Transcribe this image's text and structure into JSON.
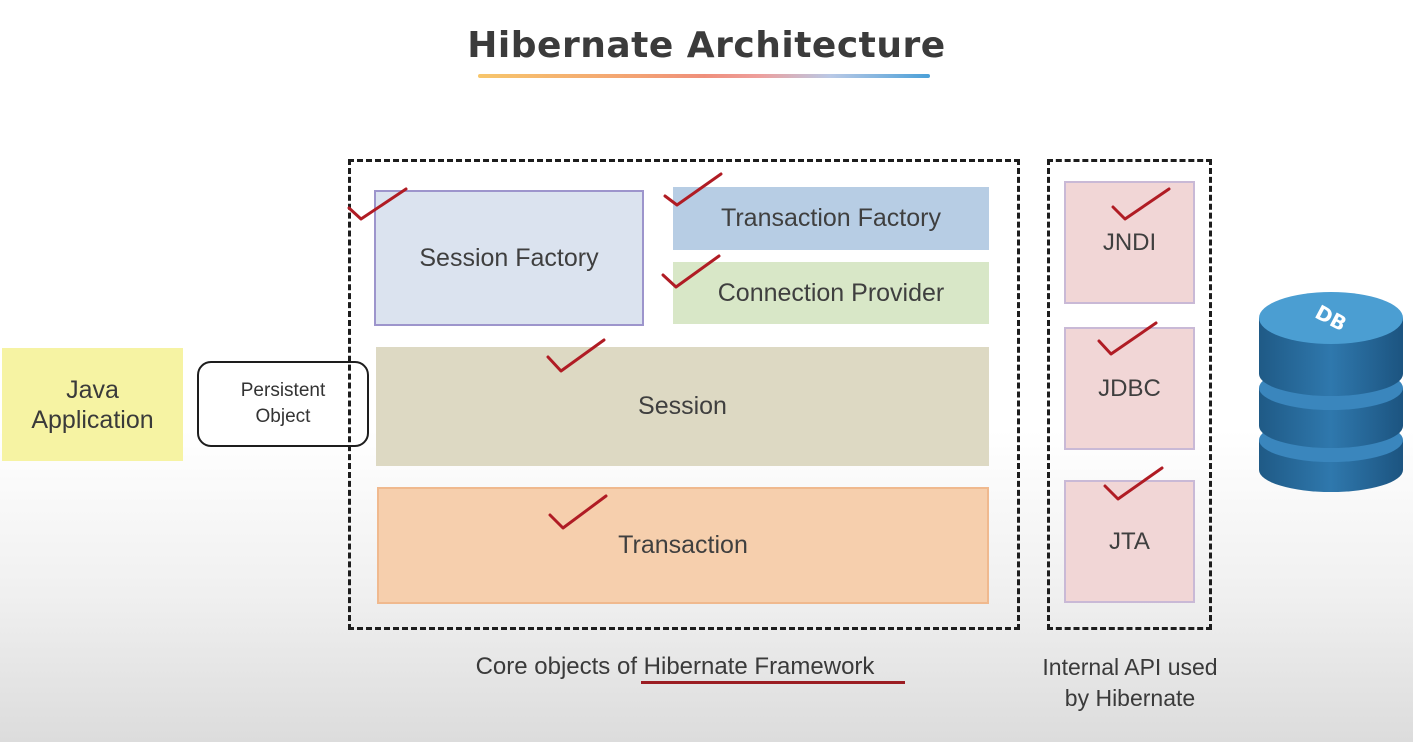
{
  "title": "Hibernate Architecture",
  "core": {
    "session_factory": "Session Factory",
    "transaction_factory": "Transaction Factory",
    "connection_provider": "Connection Provider",
    "session": "Session",
    "transaction": "Transaction",
    "caption_prefix": "Core objects of ",
    "caption_highlight": "Hibernate Framework"
  },
  "internal_api": {
    "items": [
      "JNDI",
      "JDBC",
      "JTA"
    ],
    "caption_line1": "Internal API used",
    "caption_line2": "by Hibernate"
  },
  "java_application": {
    "line1": "Java",
    "line2": "Application"
  },
  "persistent_object": {
    "line1": "Persistent",
    "line2": "Object"
  },
  "database": {
    "label": "DB"
  },
  "colors": {
    "checkmark": "#b01c24",
    "caption_underline": "#9b1c22",
    "db_blue": "#2f6f9f"
  }
}
